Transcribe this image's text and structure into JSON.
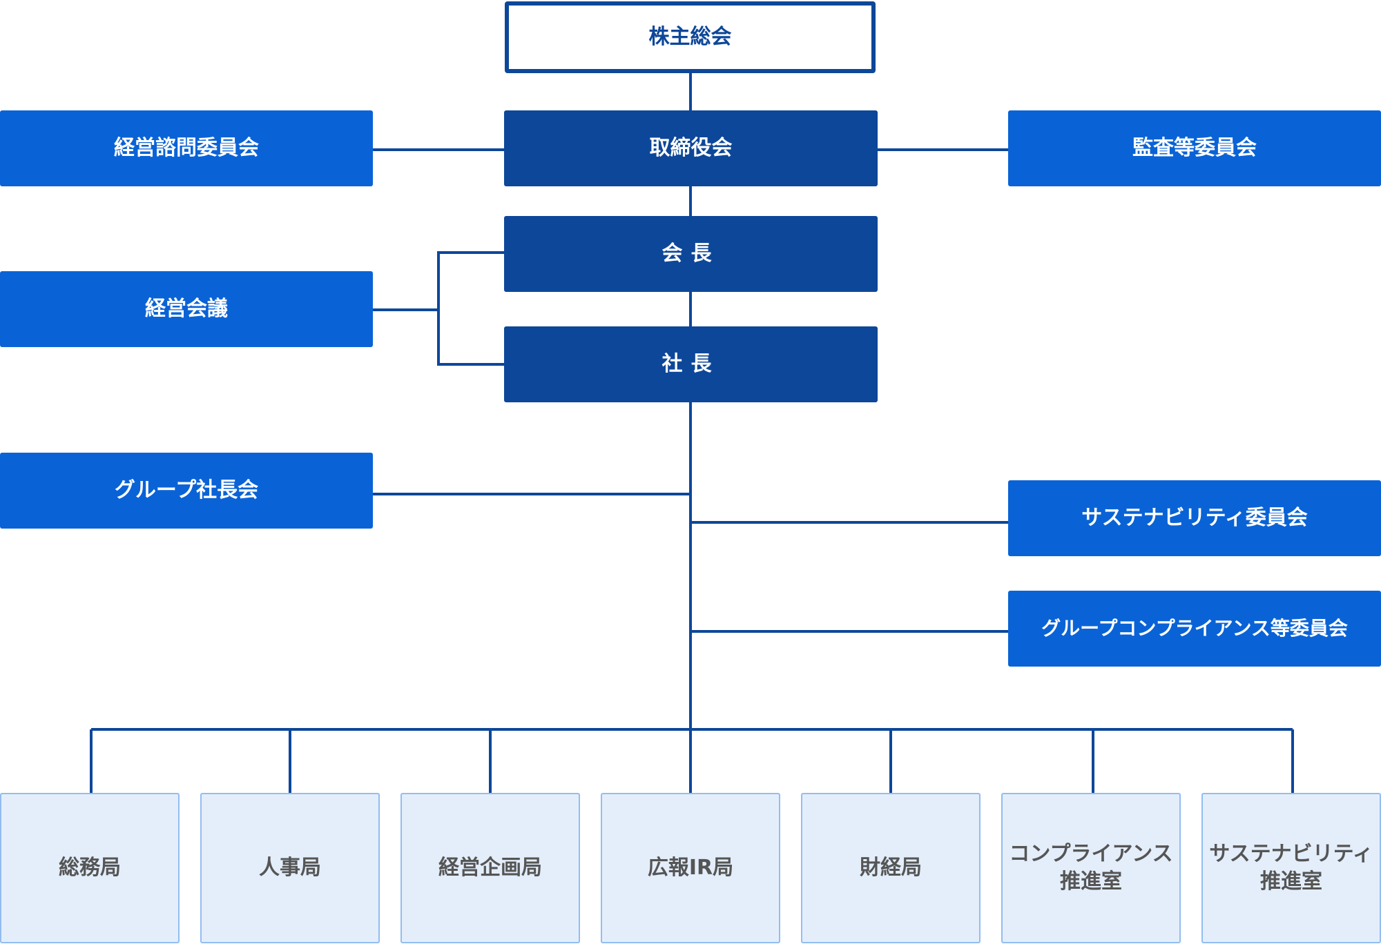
{
  "colors": {
    "primary_dark": "#0d4799",
    "primary_light": "#0a63d6",
    "dept_fill": "#e4eefb",
    "dept_border": "#92bdf0",
    "dept_text": "#555555",
    "line": "#0d4799"
  },
  "nodes": {
    "shareholders": "株主総会",
    "board": "取締役会",
    "chairman": "会長",
    "president": "社長",
    "advisory": "経営諮問委員会",
    "management_meeting": "経営会議",
    "group_presidents": "グループ社長会",
    "audit": "監査等委員会",
    "sustainability_committee": "サステナビリティ委員会",
    "compliance_committee": "グループコンプライアンス等委員会"
  },
  "departments": [
    {
      "lines": [
        "総務局"
      ]
    },
    {
      "lines": [
        "人事局"
      ]
    },
    {
      "lines": [
        "経営企画局"
      ]
    },
    {
      "lines": [
        "広報IR局"
      ]
    },
    {
      "lines": [
        "財経局"
      ]
    },
    {
      "lines": [
        "コンプライアンス",
        "推進室"
      ]
    },
    {
      "lines": [
        "サステナビリティ",
        "推進室"
      ]
    }
  ]
}
